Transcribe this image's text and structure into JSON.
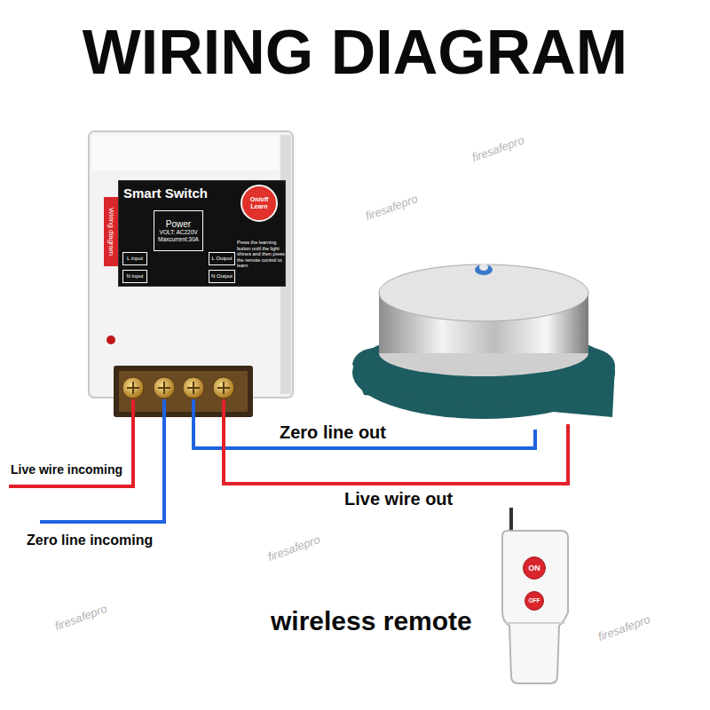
{
  "diagram": {
    "title": "WIRING DIAGRAM",
    "nodes": [
      {
        "text": [
          "Smart Switch",
          "Press the learning button until the light shines and then press the remote control to learn"
        ]
      },
      {
        "text": [
          "Power",
          "VOLT: AC220V",
          "Maxcurrent:30A"
        ],
        "in": 0
      },
      {
        "text": [
          "On/off Learn"
        ],
        "in": 0
      },
      {
        "text": [
          "L input"
        ],
        "in": 0
      },
      {
        "text": [
          "N input"
        ],
        "in": 0
      },
      {
        "text": [
          "L Output"
        ],
        "in": 0
      },
      {
        "text": [
          "N Output"
        ],
        "in": 0
      },
      {
        "text": [
          "Wiring diagram"
        ]
      },
      {
        "text": [
          "ON"
        ]
      },
      {
        "text": [
          "OFF"
        ]
      }
    ],
    "labels": [
      "Live wire incoming",
      "Zero line incoming",
      "Zero line out",
      "Live wire out",
      "wireless remote",
      "firesafepro",
      "firesafepro",
      "firesafepro",
      "firesafepro",
      "firesafepro"
    ]
  }
}
